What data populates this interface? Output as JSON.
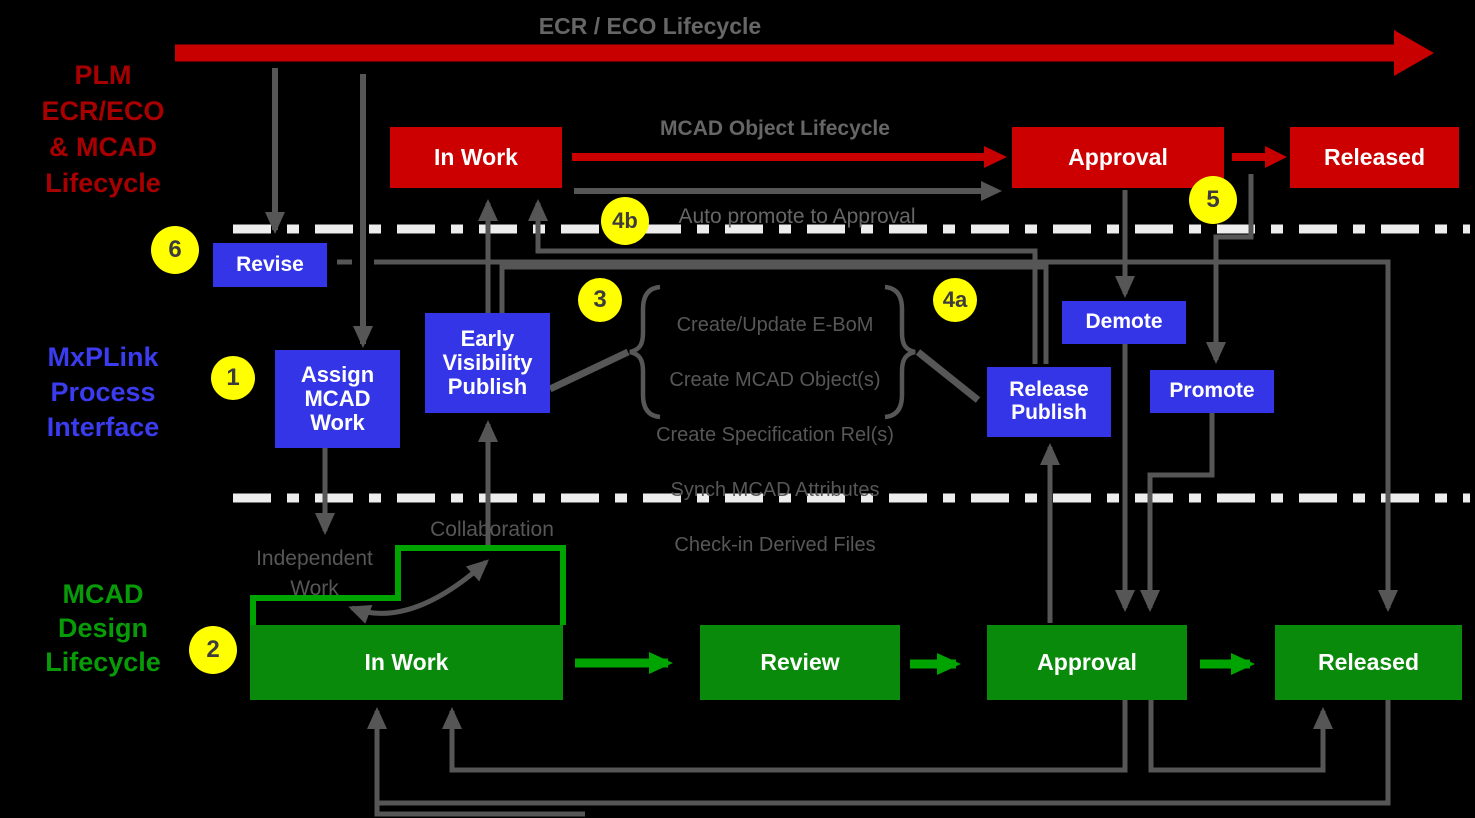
{
  "titles": {
    "ecr_eco_lifecycle": "ECR / ECO Lifecycle",
    "mcad_object_lifecycle": "MCAD Object Lifecycle",
    "auto_promote": "Auto promote to Approval"
  },
  "section_labels": {
    "plm": "PLM\nECR/ECO\n& MCAD\nLifecycle",
    "mxplink": "MxPLink\nProcess\nInterface",
    "mcad_design": "MCAD\nDesign\nLifecycle"
  },
  "plm_states": {
    "in_work": "In Work",
    "approval": "Approval",
    "released": "Released"
  },
  "mcad_states": {
    "in_work": "In Work",
    "review": "Review",
    "approval": "Approval",
    "released": "Released"
  },
  "process_boxes": {
    "revise": "Revise",
    "assign_mcad_work": "Assign\nMCAD\nWork",
    "early_visibility_publish": "Early\nVisibility\nPublish",
    "demote": "Demote",
    "release_publish": "Release\nPublish",
    "promote": "Promote"
  },
  "publish_actions": [
    "Create/Update E-BoM",
    "Create MCAD Object(s)",
    "Create Specification Rel(s)",
    "Synch MCAD Attributes",
    "Check-in Derived Files"
  ],
  "braces": {
    "left": "",
    "right": ""
  },
  "steps": {
    "s1": "1",
    "s2": "2",
    "s3": "3",
    "s4a": "4a",
    "s4b": "4b",
    "s5": "5",
    "s6": "6"
  },
  "annotations": {
    "independent_work": "Independent\nWork",
    "collaboration": "Collaboration"
  },
  "colors": {
    "background": "#000000",
    "plm_state_red": "#CC0000",
    "red_arrow": "#C80000",
    "plm_label_red": "#A80000",
    "process_blue": "#3535E8",
    "mxplink_label_blue": "#3B3BEF",
    "mcad_state_green": "#0A8A0A",
    "green_arrow": "#00A400",
    "mcad_label_green": "#089B08",
    "step_yellow": "#FFFF00",
    "connector_gray": "#565656",
    "text_gray": "#666666",
    "separator_white": "#EDEDED"
  }
}
